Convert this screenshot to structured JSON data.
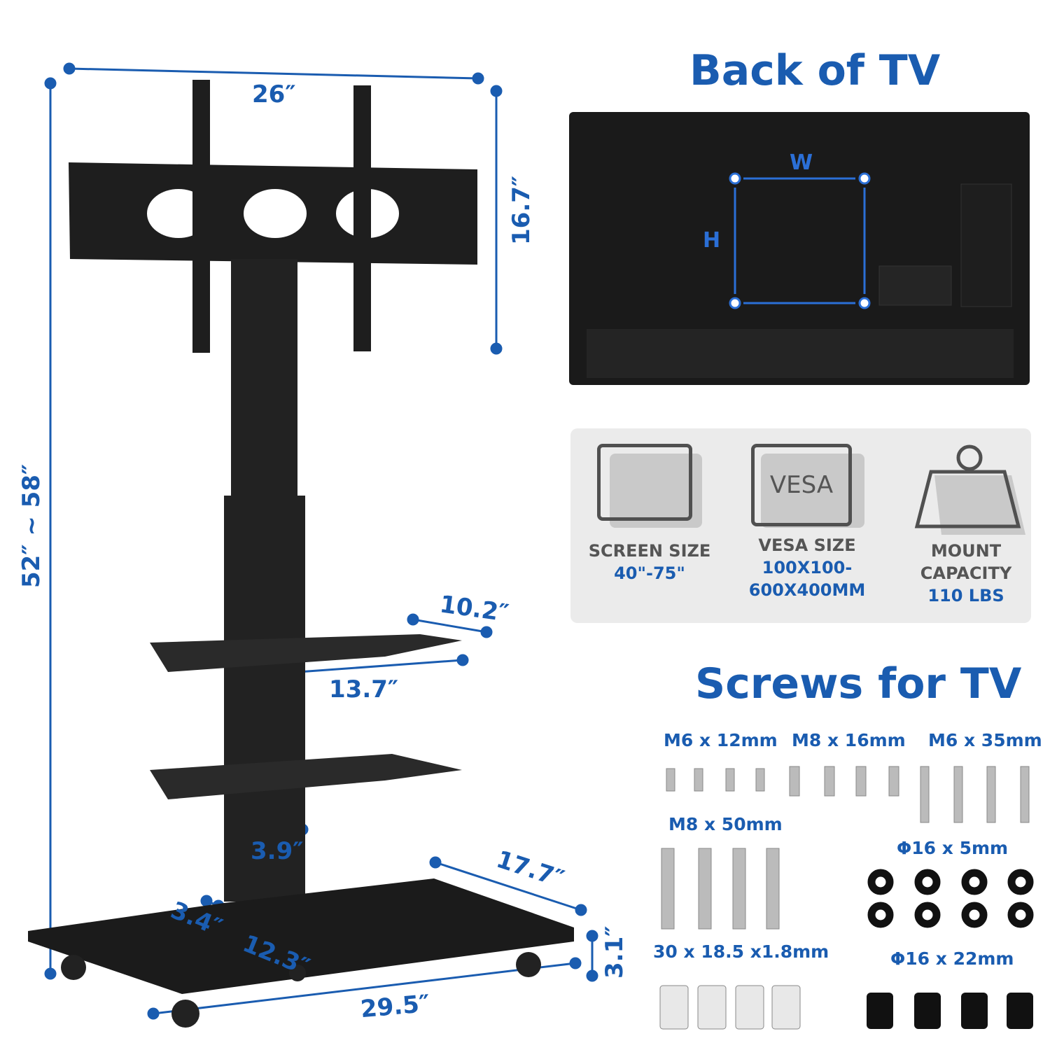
{
  "dimensions": {
    "top_width": "26″",
    "mount_height": "16.7″",
    "total_height": "52″ ~ 58″",
    "shelf_depth": "10.2″",
    "shelf_width": "13.7″",
    "column_width": "3.9″",
    "base_depth": "17.7″",
    "wheel_offset": "3.4″",
    "column_to_edge": "12.3″",
    "base_height": "3.1″",
    "base_width": "29.5″"
  },
  "back_of_tv": {
    "title": "Back of TV",
    "w_label": "W",
    "h_label": "H"
  },
  "specs": [
    {
      "label": "SCREEN SIZE",
      "value": "40\"-75\"",
      "icon": "screen-size-icon"
    },
    {
      "label": "VESA SIZE",
      "value": "100X100-600X400MM",
      "icon_text": "VESA",
      "icon": "vesa-icon"
    },
    {
      "label": "MOUNT CAPACITY",
      "value": "110 LBS",
      "icon": "weight-icon"
    }
  ],
  "screws": {
    "title": "Screws for TV",
    "items": [
      "M6 x 12mm",
      "M8 x 16mm",
      "M6 x 35mm",
      "M8 x 50mm",
      "Φ16 x 5mm",
      "30 x 18.5 x1.8mm",
      "Φ16 x 22mm"
    ]
  },
  "colors": {
    "accent": "#1a5cb0",
    "panel": "#ebebeb",
    "product": "#1e1e1e"
  }
}
